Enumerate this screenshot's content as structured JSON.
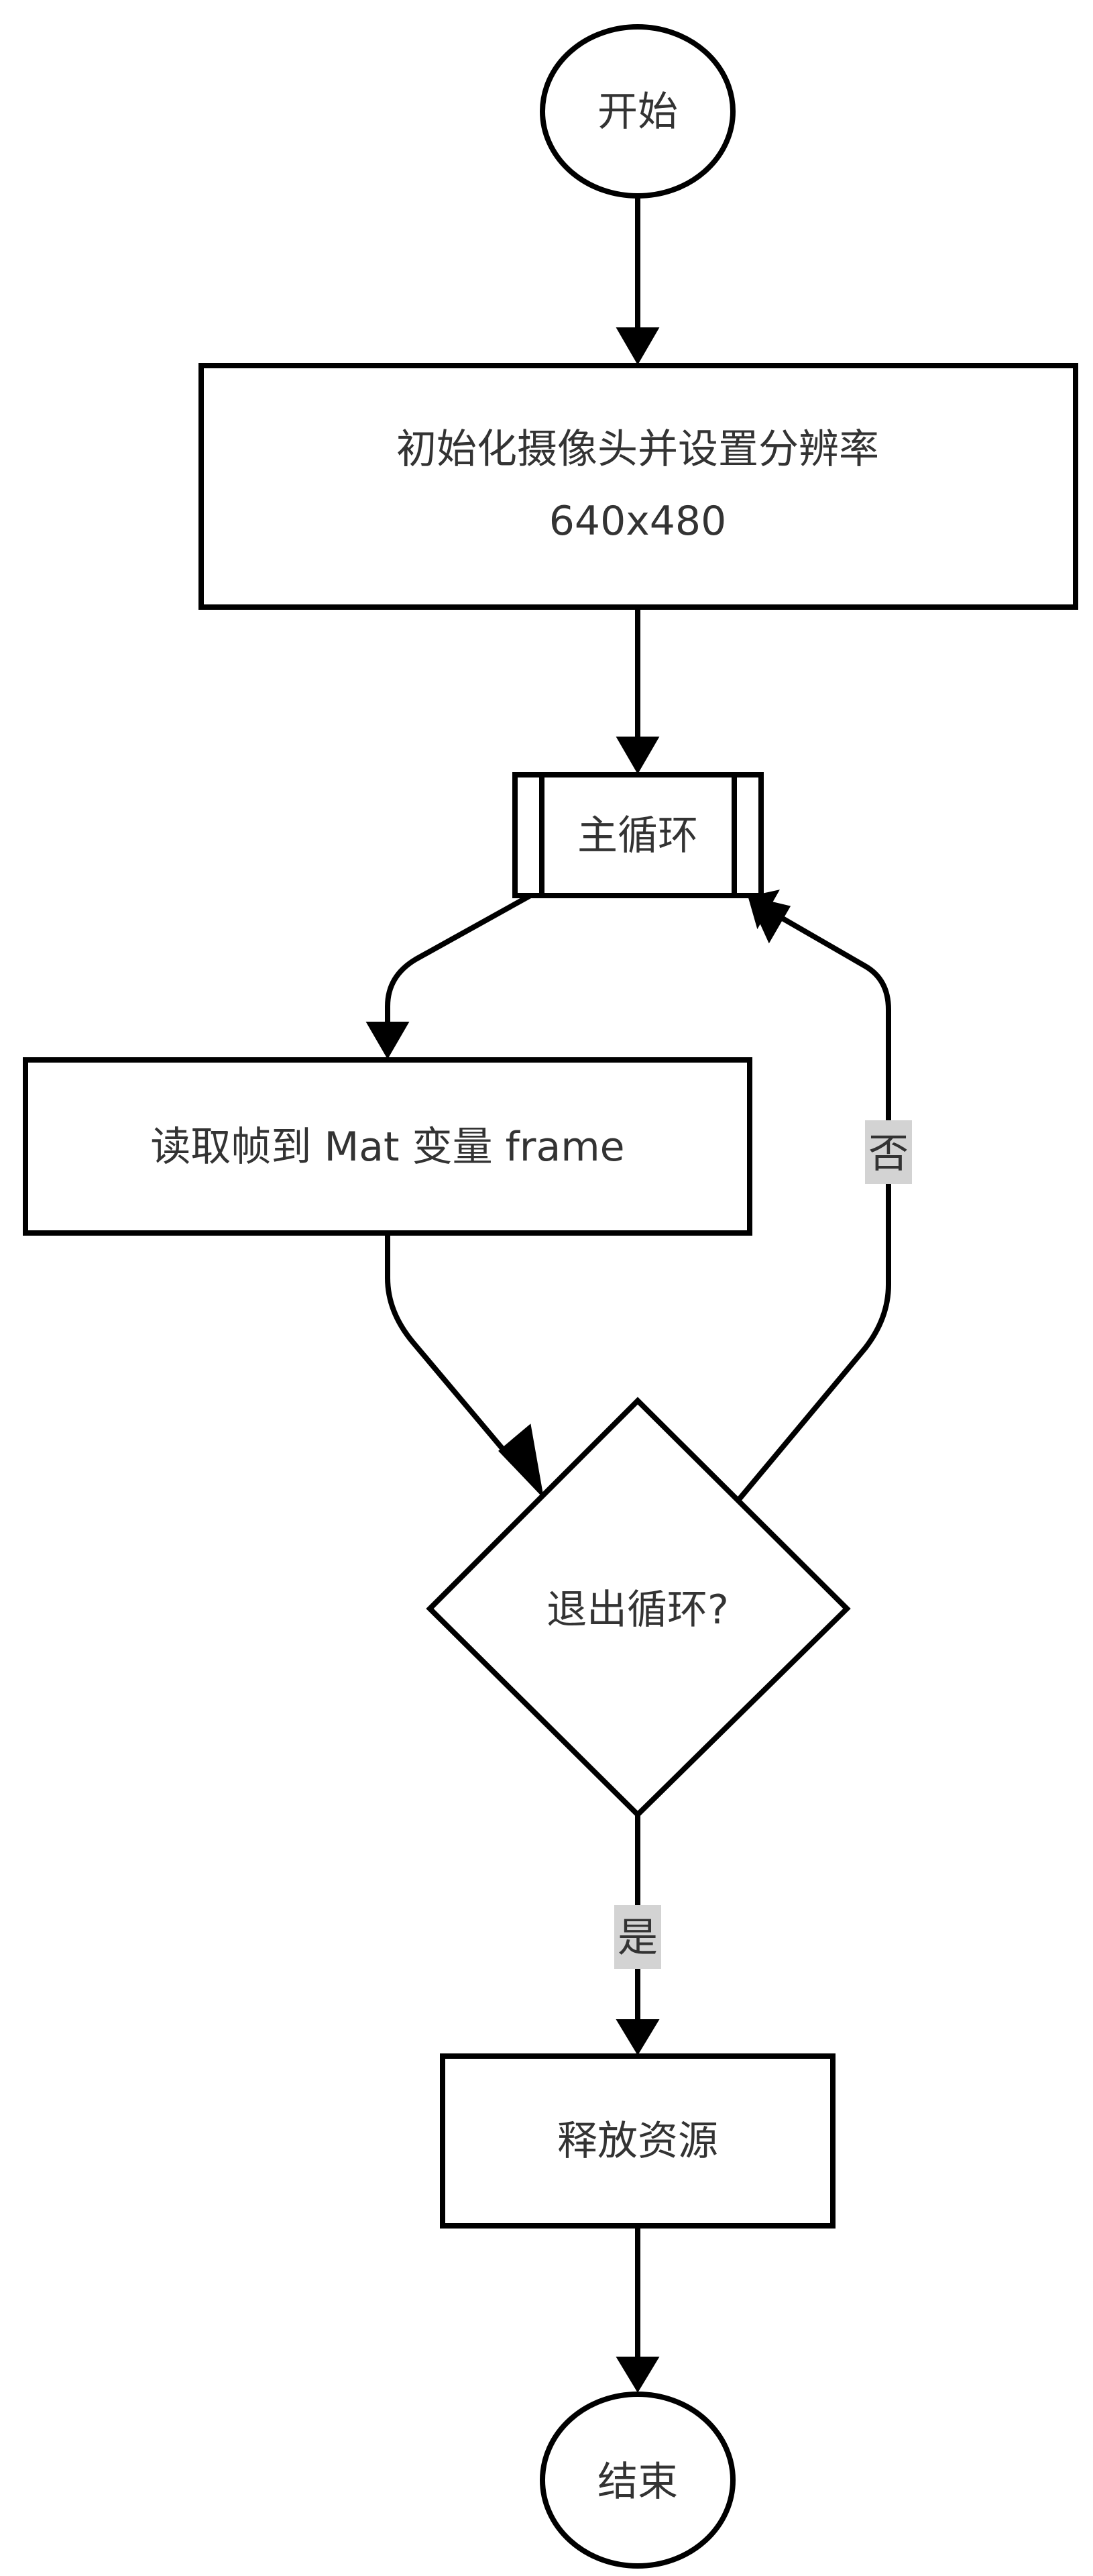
{
  "nodes": {
    "start": {
      "label": "开始",
      "shape": "circle"
    },
    "init": {
      "line1": "初始化摄像头并设置分辨率",
      "line2": "640x480",
      "shape": "rectangle"
    },
    "loop": {
      "label": "主循环",
      "shape": "subroutine"
    },
    "read": {
      "label": "读取帧到 Mat 变量 frame",
      "shape": "rectangle"
    },
    "decision": {
      "label": "退出循环?",
      "shape": "diamond"
    },
    "release": {
      "label": "释放资源",
      "shape": "rectangle"
    },
    "end": {
      "label": "结束",
      "shape": "circle"
    }
  },
  "edges": [
    {
      "from": "start",
      "to": "init",
      "label": ""
    },
    {
      "from": "init",
      "to": "loop",
      "label": ""
    },
    {
      "from": "loop",
      "to": "read",
      "label": ""
    },
    {
      "from": "read",
      "to": "decision",
      "label": ""
    },
    {
      "from": "decision",
      "to": "loop",
      "label": "否"
    },
    {
      "from": "decision",
      "to": "release",
      "label": "是"
    },
    {
      "from": "release",
      "to": "end",
      "label": ""
    }
  ],
  "colors": {
    "stroke": "#000000",
    "text": "#333333",
    "edge_label_background": "#d3d3d3",
    "node_fill": "#ffffff"
  }
}
